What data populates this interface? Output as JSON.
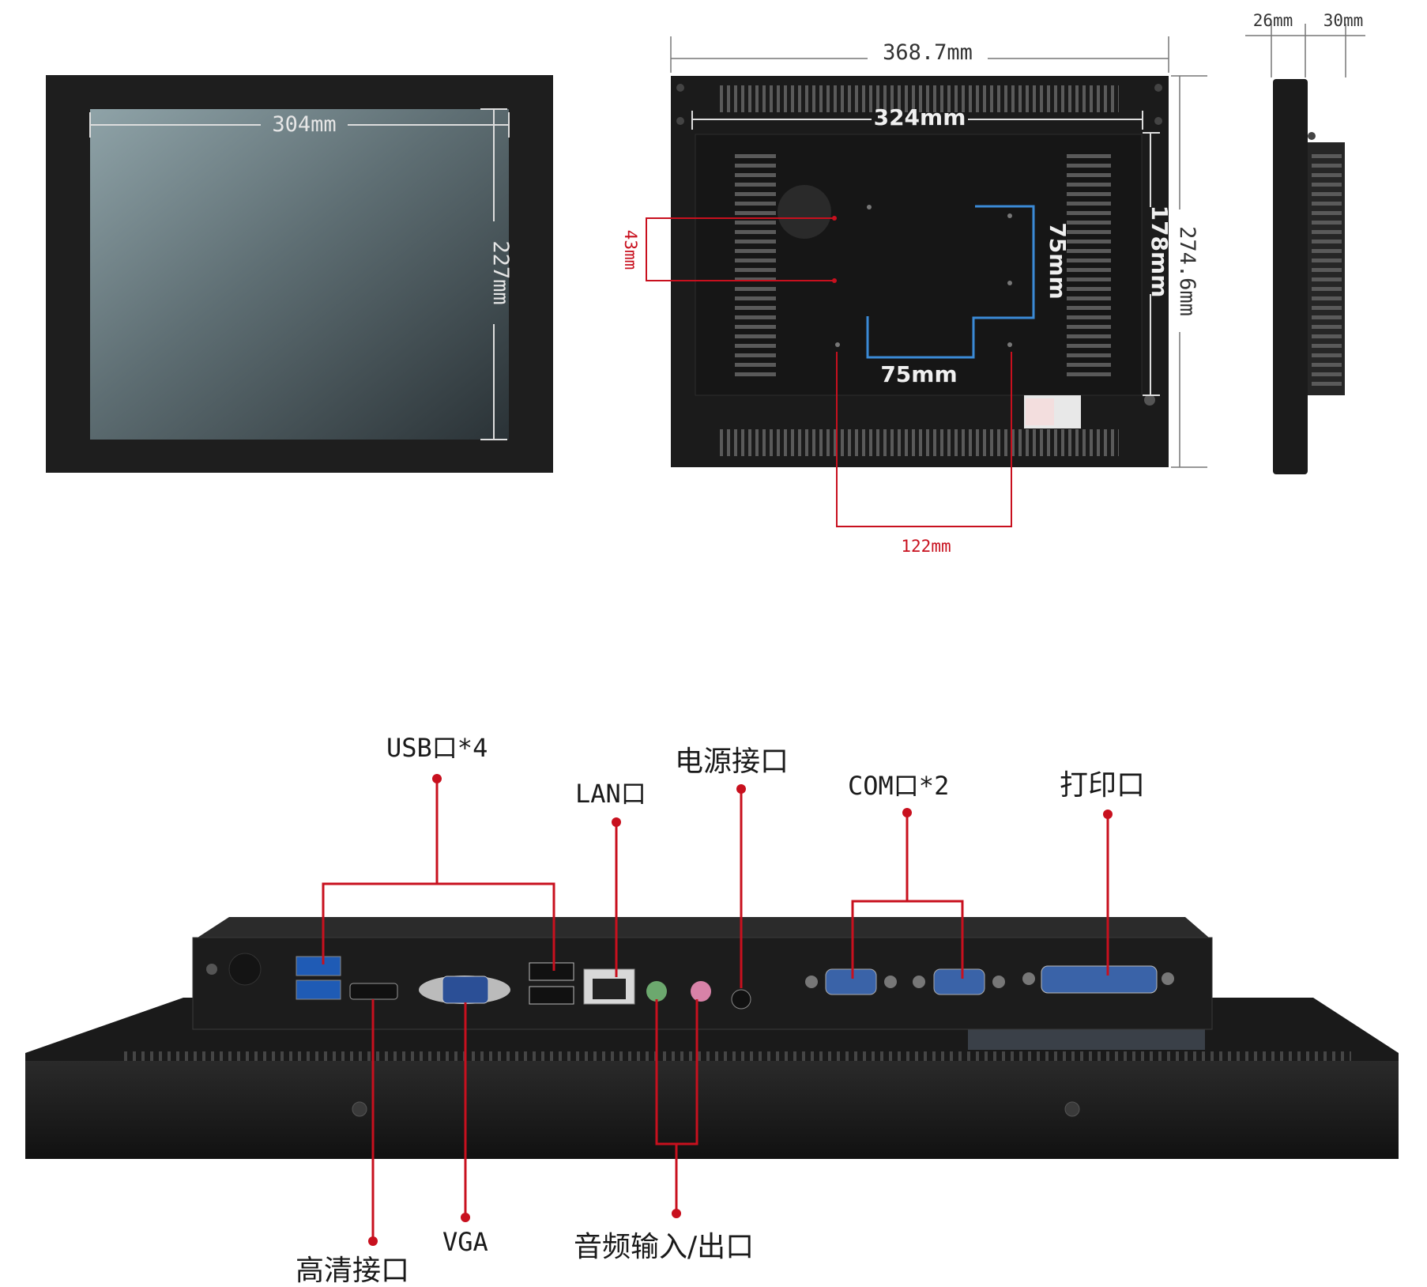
{
  "dimensions": {
    "screen_width": "304mm",
    "screen_height": "227mm",
    "overall_width": "368.7mm",
    "inner_width": "324mm",
    "overall_height": "274.6mm",
    "inner_height": "178mm",
    "vesa_h": "75mm",
    "vesa_v": "75mm",
    "hole_offset": "43mm",
    "hole_spacing": "122mm",
    "depth_front": "26mm",
    "depth_back": "30mm"
  },
  "ports": {
    "usb": "USB口*4",
    "lan": "LAN口",
    "power": "电源接口",
    "com": "COM口*2",
    "print": "打印口",
    "hdmi": "高清接口",
    "vga": "VGA",
    "audio": "音频输入/出口"
  },
  "colors": {
    "leader": "#c8101e",
    "dim_red": "#c8101e",
    "vesa_blue": "#3b8ad6",
    "chassis": "#1b1b1b"
  }
}
